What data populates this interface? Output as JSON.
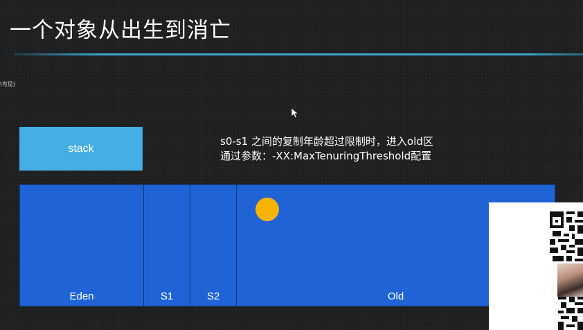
{
  "slide": {
    "title": "一个对象从出生到消亡",
    "side_fragment": "\\可见)"
  },
  "stack": {
    "label": "stack"
  },
  "note": {
    "line1": "s0-s1 之间的复制年龄超过限制时，进入old区",
    "line2": "通过参数：-XX:MaxTenuringThreshold配置"
  },
  "heap": {
    "regions": [
      {
        "label": "Eden"
      },
      {
        "label": "S1"
      },
      {
        "label": "S2"
      },
      {
        "label": "Old"
      }
    ]
  },
  "colors": {
    "background": "#1d1f20",
    "title_rule": "#3aa6d2",
    "stack_fill": "#45aee2",
    "heap_fill": "#1f63d6",
    "object_fill": "#f8b400"
  },
  "icons": {
    "cursor": "mouse-pointer-icon",
    "object": "object-circle",
    "qr": "qr-code-icon"
  }
}
